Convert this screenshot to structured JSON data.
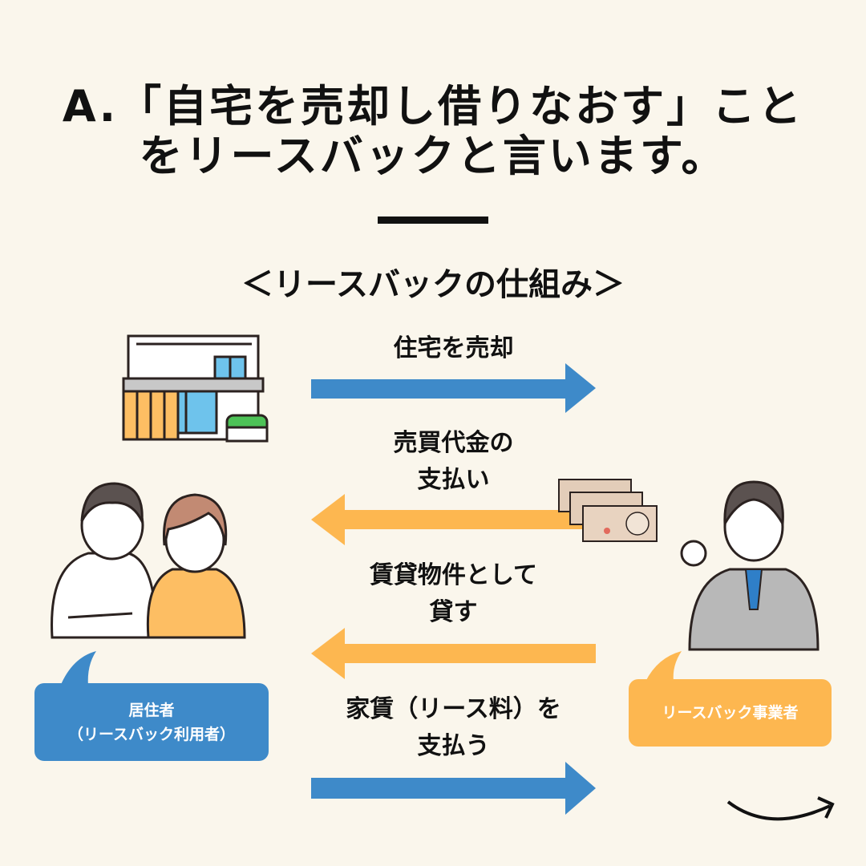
{
  "title": {
    "line1": "A.「自宅を売却し借りなおす」こと",
    "line2": "をリースバックと言います。"
  },
  "subtitle": "＜リースバックの仕組み＞",
  "flows": [
    {
      "label": [
        "住宅を売却"
      ],
      "direction": "right",
      "color": "#3e8ac9"
    },
    {
      "label": [
        "売買代金の",
        "支払い"
      ],
      "direction": "left",
      "color": "#fdb750"
    },
    {
      "label": [
        "賃貸物件として",
        "貸す"
      ],
      "direction": "left",
      "color": "#fdb750"
    },
    {
      "label": [
        "家賃（リース料）を",
        "支払う"
      ],
      "direction": "right",
      "color": "#3e8ac9"
    }
  ],
  "resident": {
    "line1": "居住者",
    "line2": "（リースバック利用者）",
    "color": "#3e8ac9"
  },
  "operator": {
    "label": "リースバック事業者",
    "color": "#fdb750"
  }
}
